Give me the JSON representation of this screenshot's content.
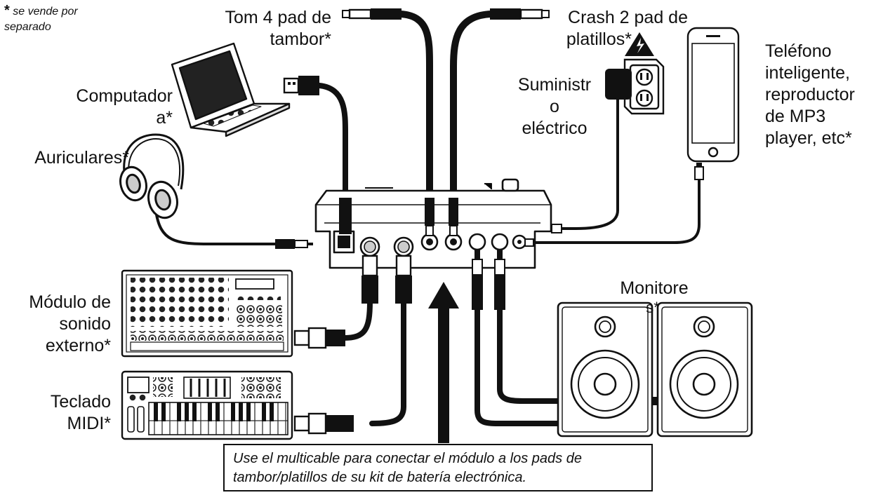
{
  "footnote": {
    "star": "*",
    "text_line1": "se vende por",
    "text_line2": "separado"
  },
  "labels": {
    "tom_pad": [
      "Tom 4 pad de",
      "tambor*"
    ],
    "crash_pad": [
      "Crash 2 pad de",
      "platillos*"
    ],
    "power_supply": [
      "Suministr",
      "o",
      "eléctrico"
    ],
    "phone": [
      "Teléfono",
      "inteligente,",
      "reproductor",
      "de MP3",
      "player, etc*"
    ],
    "computer": [
      "Computador",
      "a*"
    ],
    "headphones": [
      "Auriculares*"
    ],
    "sound_module": [
      "Módulo de",
      "sonido",
      "externo*"
    ],
    "midi_keyboard": [
      "Teclado",
      "MIDI*"
    ],
    "monitors": [
      "Monitore",
      "s*"
    ]
  },
  "callout": {
    "line1": "Use el multicable para conectar el módulo a los pads de",
    "line2": "tambor/platillos de su kit de batería electrónica."
  },
  "colors": {
    "ink": "#111111",
    "fill": "#ffffff",
    "shade": "#cccccc",
    "warning": "#111111"
  }
}
